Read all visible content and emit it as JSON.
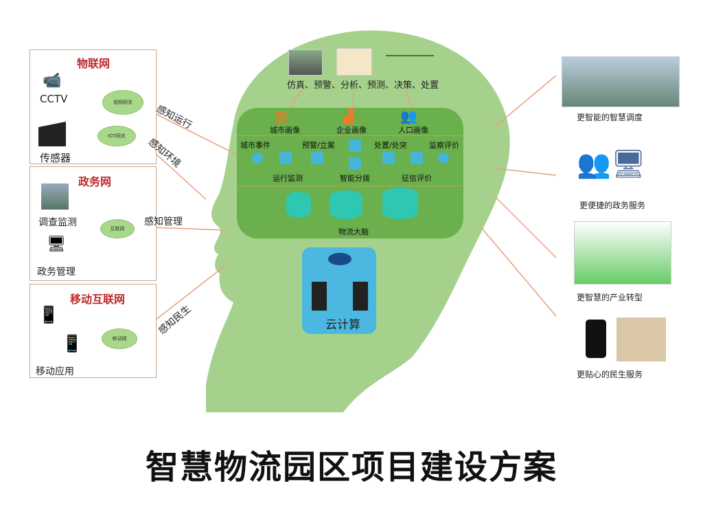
{
  "left_panels": [
    {
      "title": "物联网",
      "items": [
        "CCTV",
        "传感器"
      ],
      "gateways": [
        "视频网关",
        "IOT网关"
      ]
    },
    {
      "title": "政务网",
      "items": [
        "调查监测",
        "政务管理"
      ],
      "gateways": [
        "互联网"
      ]
    },
    {
      "title": "移动互联网",
      "items": [
        "移动应用"
      ],
      "gateways": [
        "移动网"
      ]
    }
  ],
  "arrows": [
    "感知运行",
    "感知环境",
    "感知管理",
    "感知民生"
  ],
  "top_caption": "仿真、预警、分析、预测、决策、处置",
  "brain": {
    "portraits": [
      "城市画像",
      "企业画像",
      "人口画像"
    ],
    "flow_top": [
      "城市事件",
      "预警/立案",
      "处置/处突",
      "监察评价"
    ],
    "flow_bottom": [
      "运行监测",
      "智能分拨",
      "征信评价"
    ],
    "label": "物流大脑"
  },
  "cloud_label": "云计算",
  "outputs": [
    "更智能的智慧调度",
    "更便捷的政务服务",
    "更智慧的产业转型",
    "更贴心的民生服务"
  ],
  "colors": {
    "head": "#a6d18c",
    "brain": "#6ab04c",
    "accent": "#c0282c",
    "arrow": "#e4a07c",
    "orange": "#f07a2a"
  },
  "title": "智慧物流园区项目建设方案"
}
